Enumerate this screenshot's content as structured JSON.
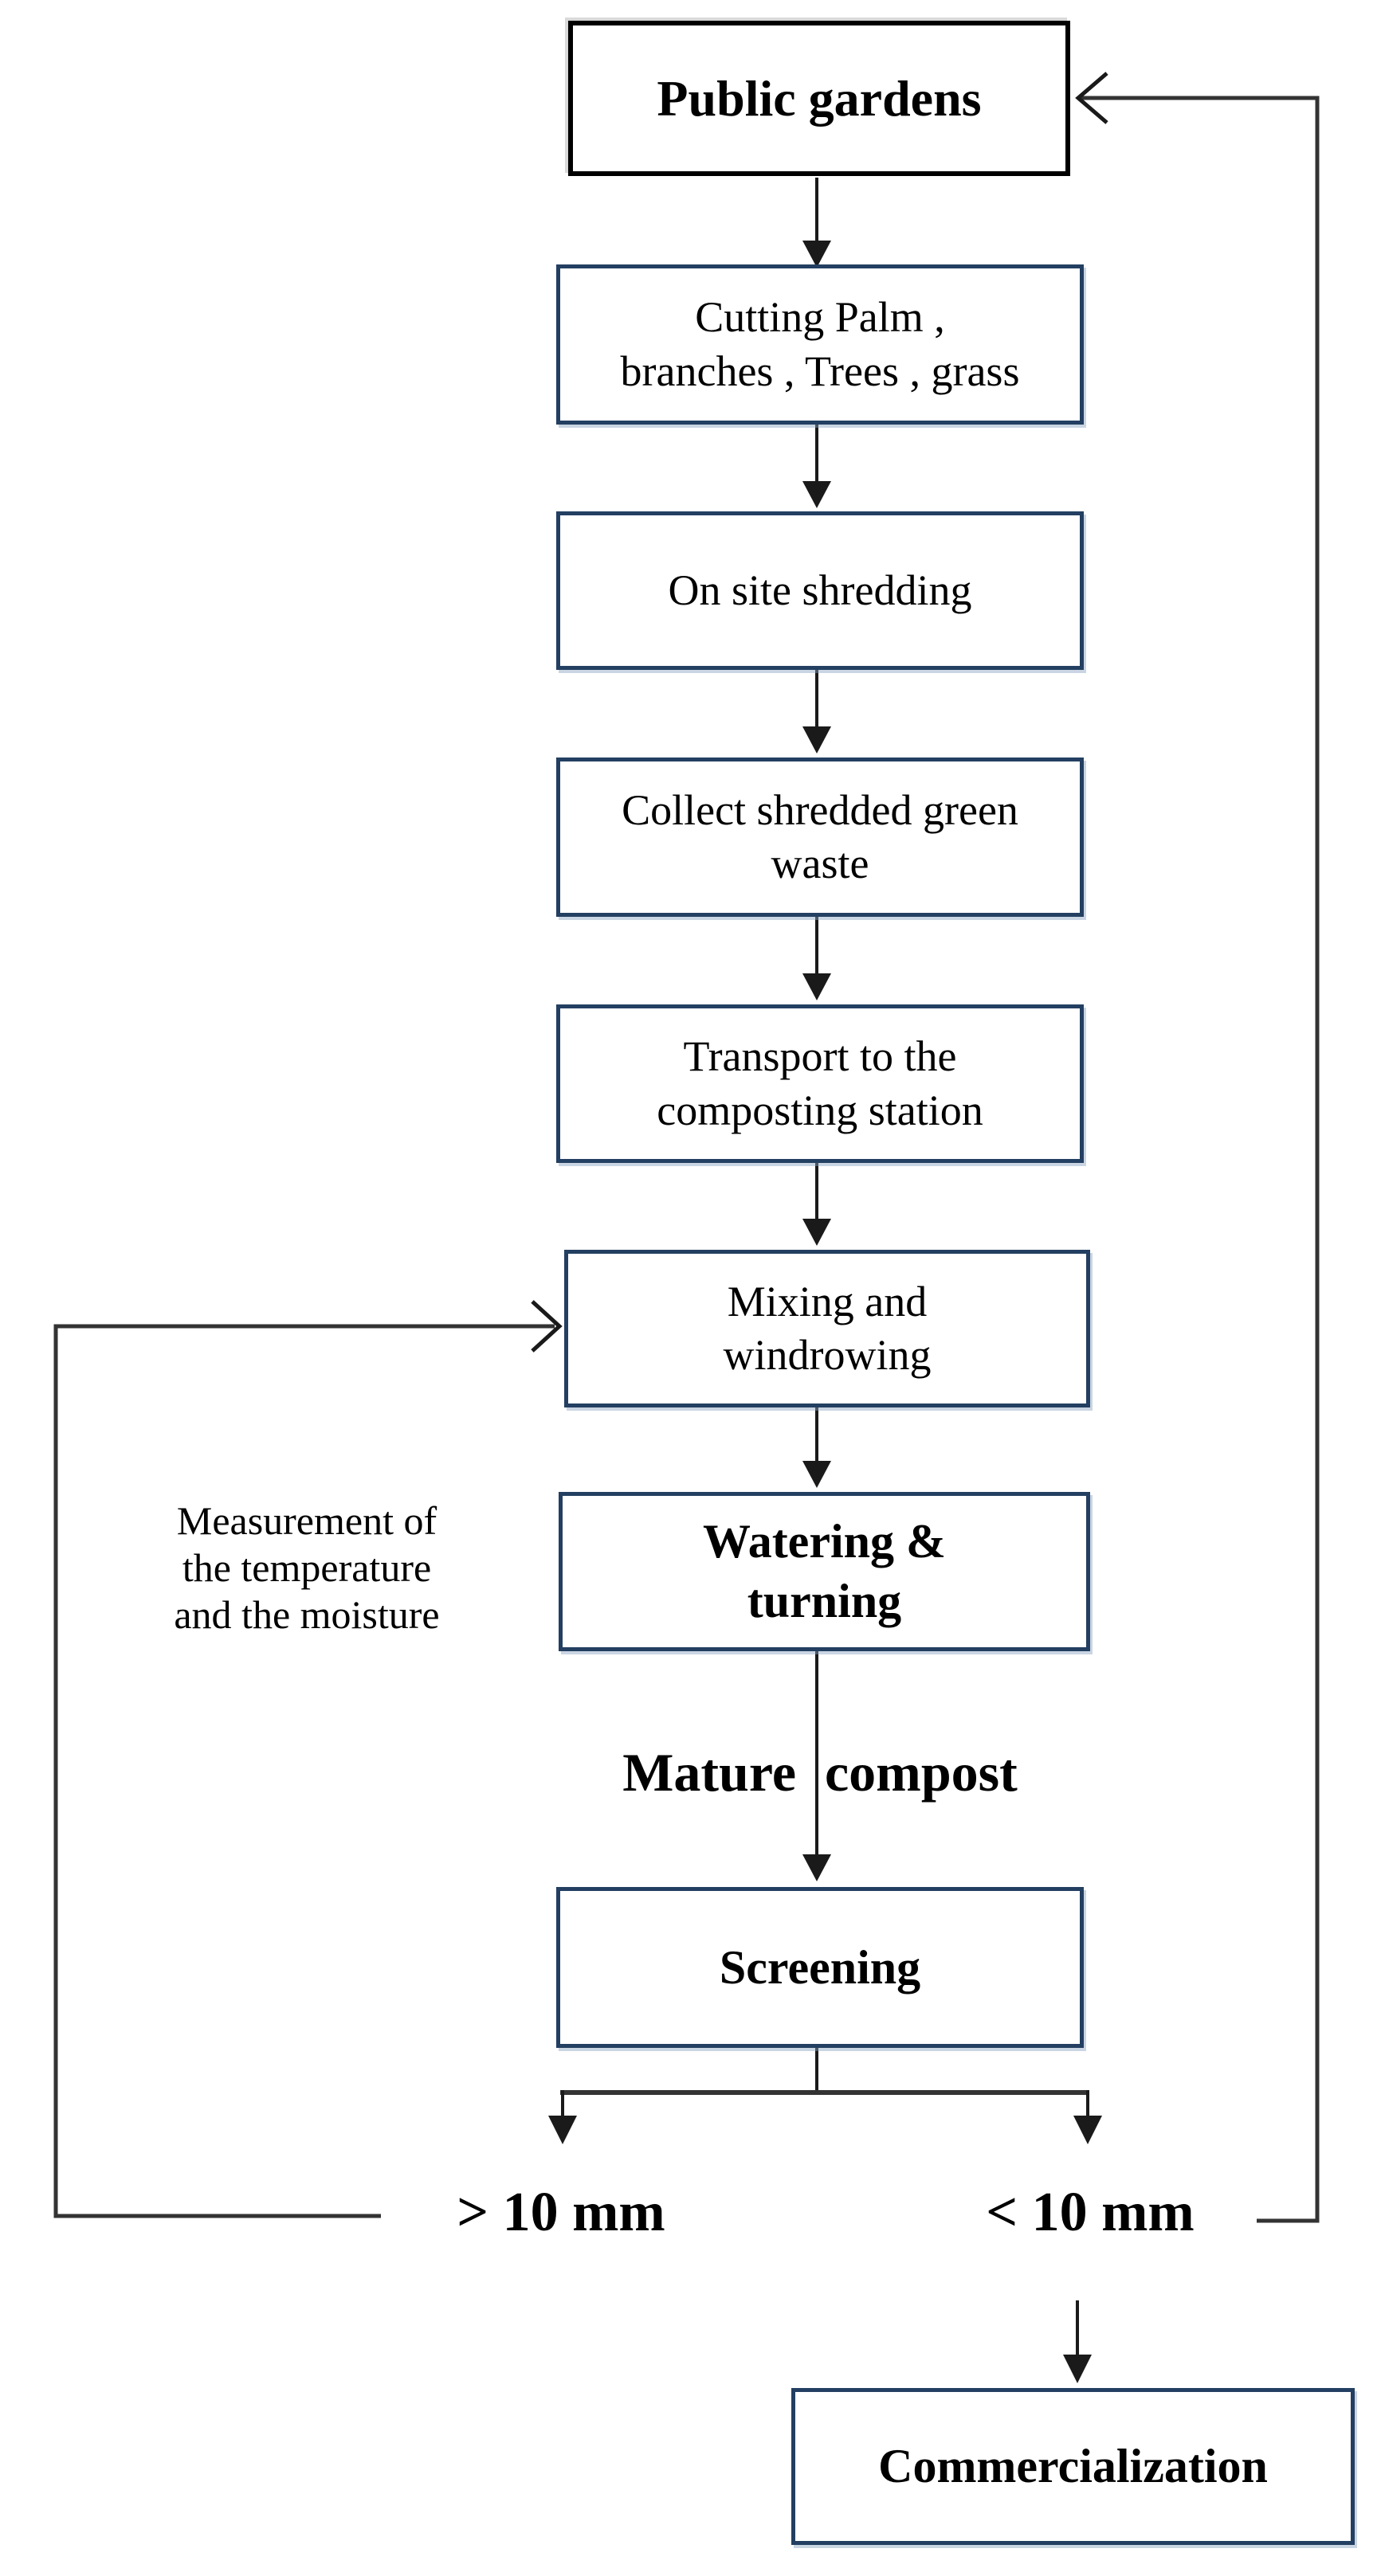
{
  "colors": {
    "background": "#ffffff",
    "box_border": "#233f61",
    "top_box_border": "#000000",
    "line": "#1a1a1a",
    "loop_line": "#333333",
    "text": "#000000"
  },
  "boxes": {
    "public_gardens": {
      "label": "Public gardens"
    },
    "cutting": {
      "label": "Cutting Palm ,\nbranches , Trees , grass"
    },
    "shredding": {
      "label": "On site shredding"
    },
    "collect": {
      "label": "Collect shredded green\nwaste"
    },
    "transport": {
      "label": "Transport to the\ncomposting station"
    },
    "mixing": {
      "label": "Mixing and\nwindrowing"
    },
    "watering": {
      "label": "Watering &\nturning"
    },
    "screening": {
      "label": "Screening"
    },
    "commercialization": {
      "label": "Commercialization"
    }
  },
  "labels": {
    "measurement": "Measurement of\nthe temperature\nand the moisture",
    "mature_left": "Mature",
    "mature_right": "compost",
    "oversize": "> 10 mm",
    "undersize": "< 10 mm"
  }
}
